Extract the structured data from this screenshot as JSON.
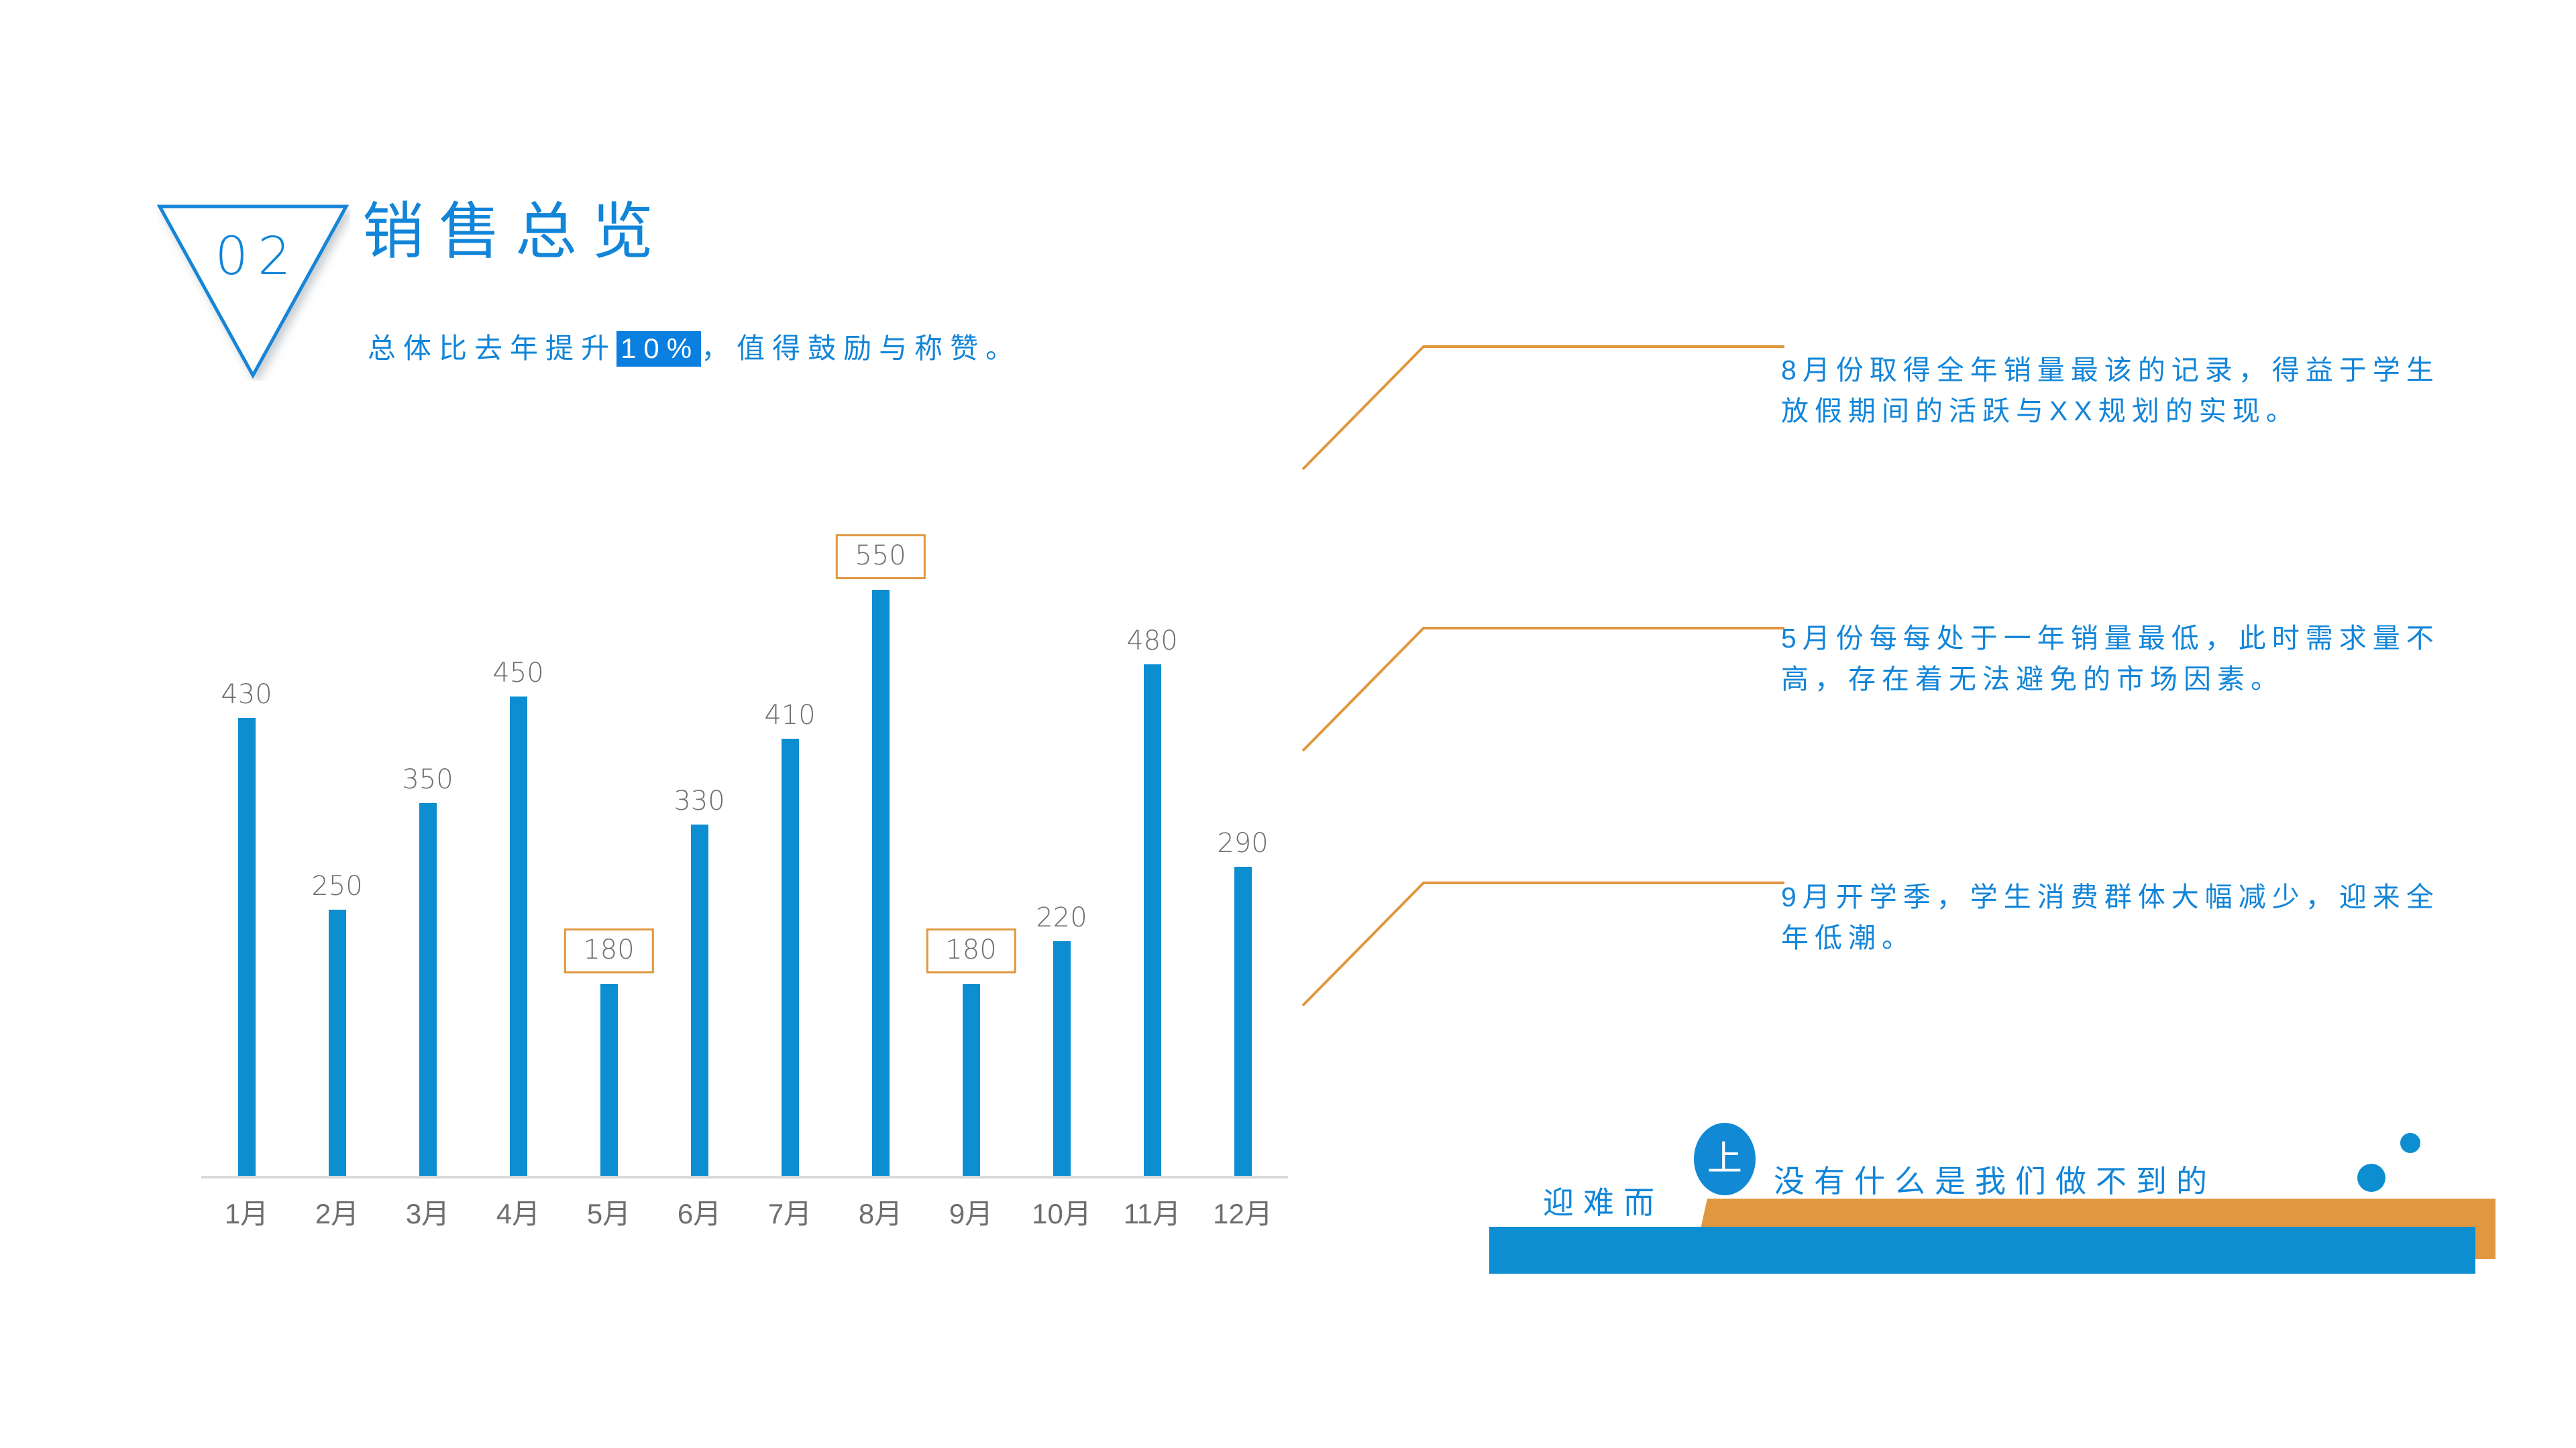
{
  "section": {
    "badge_number": "02",
    "title": "销售总览",
    "subtitle_before": "总体比去年提升",
    "subtitle_highlight": "10%",
    "subtitle_after": "，值得鼓励与称赞。"
  },
  "colors": {
    "brand_blue": "#1285d8",
    "bar_blue": "#0d8ed0",
    "accent_orange": "#e0973f",
    "label_gray": "#6e6e6e",
    "axis_gray": "#d9d9d9",
    "highlight_bg": "#0b7fe0"
  },
  "chart_data": {
    "type": "bar",
    "title": "销售总览",
    "xlabel": "",
    "ylabel": "",
    "ylim": [
      0,
      550
    ],
    "grid": false,
    "legend": "none",
    "categories": [
      "1月",
      "2月",
      "3月",
      "4月",
      "5月",
      "6月",
      "7月",
      "8月",
      "9月",
      "10月",
      "11月",
      "12月"
    ],
    "values": [
      430,
      250,
      350,
      450,
      180,
      330,
      410,
      550,
      180,
      220,
      480,
      290
    ],
    "value_labels": [
      "430",
      "250",
      "350",
      "450",
      "180",
      "330",
      "410",
      "550",
      "180",
      "220",
      "480",
      "290"
    ],
    "highlighted_indices": [
      4,
      7,
      8
    ]
  },
  "notes": [
    {
      "id": "note-8yue",
      "text": "8月份取得全年销量最该的记录，得益于学生放假期间的活跃与XX规划的实现。"
    },
    {
      "id": "note-5yue",
      "text": "5月份每每处于一年销量最低，此时需求量不高，存在着无法避免的市场因素。"
    },
    {
      "id": "note-9yue",
      "text": "9月开学季，学生消费群体大幅减少，迎来全年低潮。"
    }
  ],
  "banner": {
    "prefix": "迎难而",
    "badge": "上",
    "text": "没有什么是我们做不到的"
  }
}
